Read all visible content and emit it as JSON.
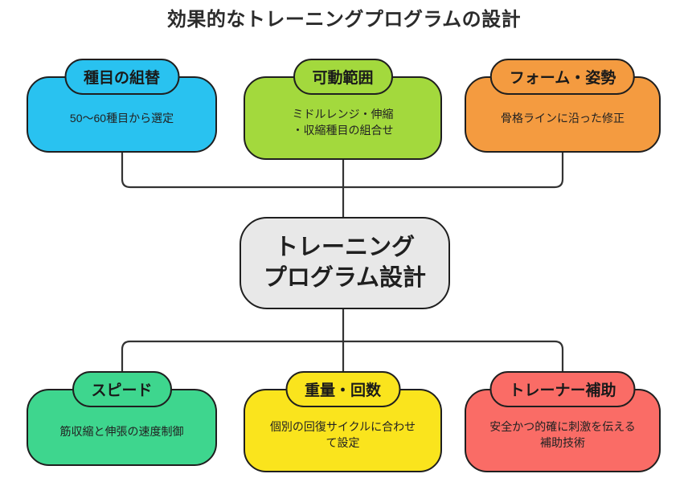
{
  "title": "効果的なトレーニングプログラムの設計",
  "colors": {
    "background": "#ffffff",
    "border": "#1f1f1f",
    "connector": "#333333",
    "text": "#222222"
  },
  "center_node": {
    "label": "トレーニング\nプログラム設計",
    "color": "#e8e8e8"
  },
  "top_nodes": [
    {
      "badge": "種目の組替",
      "body": "50〜60種目から選定",
      "color": "#29c2f0"
    },
    {
      "badge": "可動範囲",
      "body": "ミドルレンジ・伸縮\n・収縮種目の組合せ",
      "color": "#a3d93d"
    },
    {
      "badge": "フォーム・姿勢",
      "body": "骨格ラインに沿った修正",
      "color": "#f49b40"
    }
  ],
  "bottom_nodes": [
    {
      "badge": "スピード",
      "body": "筋収縮と伸張の速度制御",
      "color": "#3ed68e"
    },
    {
      "badge": "重量・回数",
      "body": "個別の回復サイクルに合わせ\nて設定",
      "color": "#fae41d"
    },
    {
      "badge": "トレーナー補助",
      "body": "安全かつ的確に刺激を伝える\n補助技術",
      "color": "#fa6c66"
    }
  ]
}
